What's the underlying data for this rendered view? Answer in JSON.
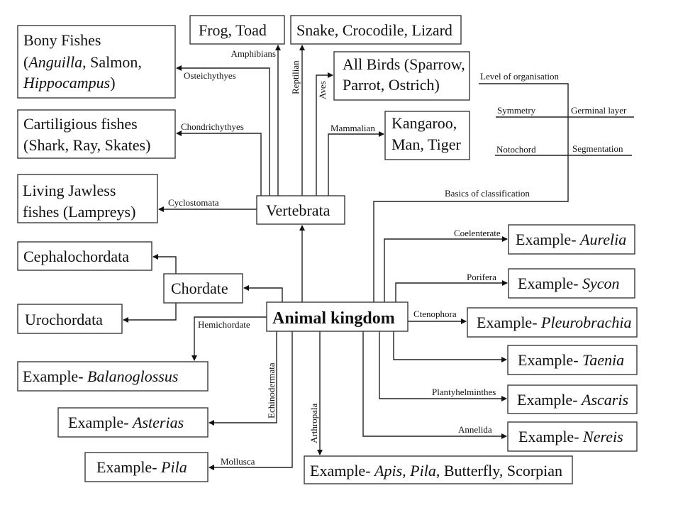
{
  "center": "Animal kingdom",
  "boxes": {
    "bony": {
      "l1": "Bony Fishes",
      "l2a": "(",
      "l2b": "Anguilla",
      "l2c": ", Salmon,",
      "l3a": "Hippocampus",
      "l3b": ")"
    },
    "frog": "Frog, Toad",
    "snake": "Snake, Crocodile, Lizard",
    "birds": {
      "l1": "All Birds (Sparrow,",
      "l2": "Parrot, Ostrich)"
    },
    "mammals": {
      "l1": "Kangaroo,",
      "l2": "Man, Tiger"
    },
    "cartilage": {
      "l1": "Cartiligious fishes",
      "l2": "(Shark, Ray, Skates)"
    },
    "jawless": {
      "l1": "Living Jawless",
      "l2": "fishes (Lampreys)"
    },
    "vertebrata": "Vertebrata",
    "cephalochordata": "Cephalochordata",
    "chordate": "Chordate",
    "urochordata": "Urochordata",
    "balanoglossus": {
      "prefix": "Example- ",
      "genus": "Balanoglossus"
    },
    "asterias": {
      "prefix": "Example- ",
      "genus": "Asterias"
    },
    "pila": {
      "prefix": "Example- ",
      "genus": "Pila"
    },
    "apis": {
      "prefix": "Example- ",
      "genus1": "Apis,",
      "genus2": " Pila",
      "rest": ", Butterfly, Scorpian"
    },
    "aurelia": {
      "prefix": "Example- ",
      "genus": "Aurelia"
    },
    "sycon": {
      "prefix": "Example- ",
      "genus": "Sycon"
    },
    "pleurobrachia": {
      "prefix": "Example- ",
      "genus": "Pleurobrachia"
    },
    "taenia": {
      "prefix": "Example- ",
      "genus": "Taenia"
    },
    "ascaris": {
      "prefix": "Example- ",
      "genus": "Ascaris"
    },
    "nereis": {
      "prefix": "Example- ",
      "genus": "Nereis"
    }
  },
  "edge_labels": {
    "cyclostomata": "Cyclostomata",
    "chondrichthyes": "Chondrichythyes",
    "osteichthyes": "Osteichythyes",
    "amphibians": "Amphibians",
    "reptilian": "Reptilian",
    "aves": "Aves",
    "mammalian": "Mammalian",
    "hemichordate": "Hemichordate",
    "echinodermata": "Echinodermata",
    "mollusca": "Mollusca",
    "arthropala": "Arthropala",
    "annelida": "Annelida",
    "platyhelminthes": "Plantyhelminthes",
    "ctenophora": "Ctenophora",
    "porifera": "Porifera",
    "coelenterate": "Coelenterate",
    "basics": "Basics of classification"
  },
  "classification_basis": {
    "level": "Level of organisation",
    "symmetry": "Symmetry",
    "germinal": "Germinal layer",
    "notochord": "Notochord",
    "segmentation": "Segmentation"
  }
}
